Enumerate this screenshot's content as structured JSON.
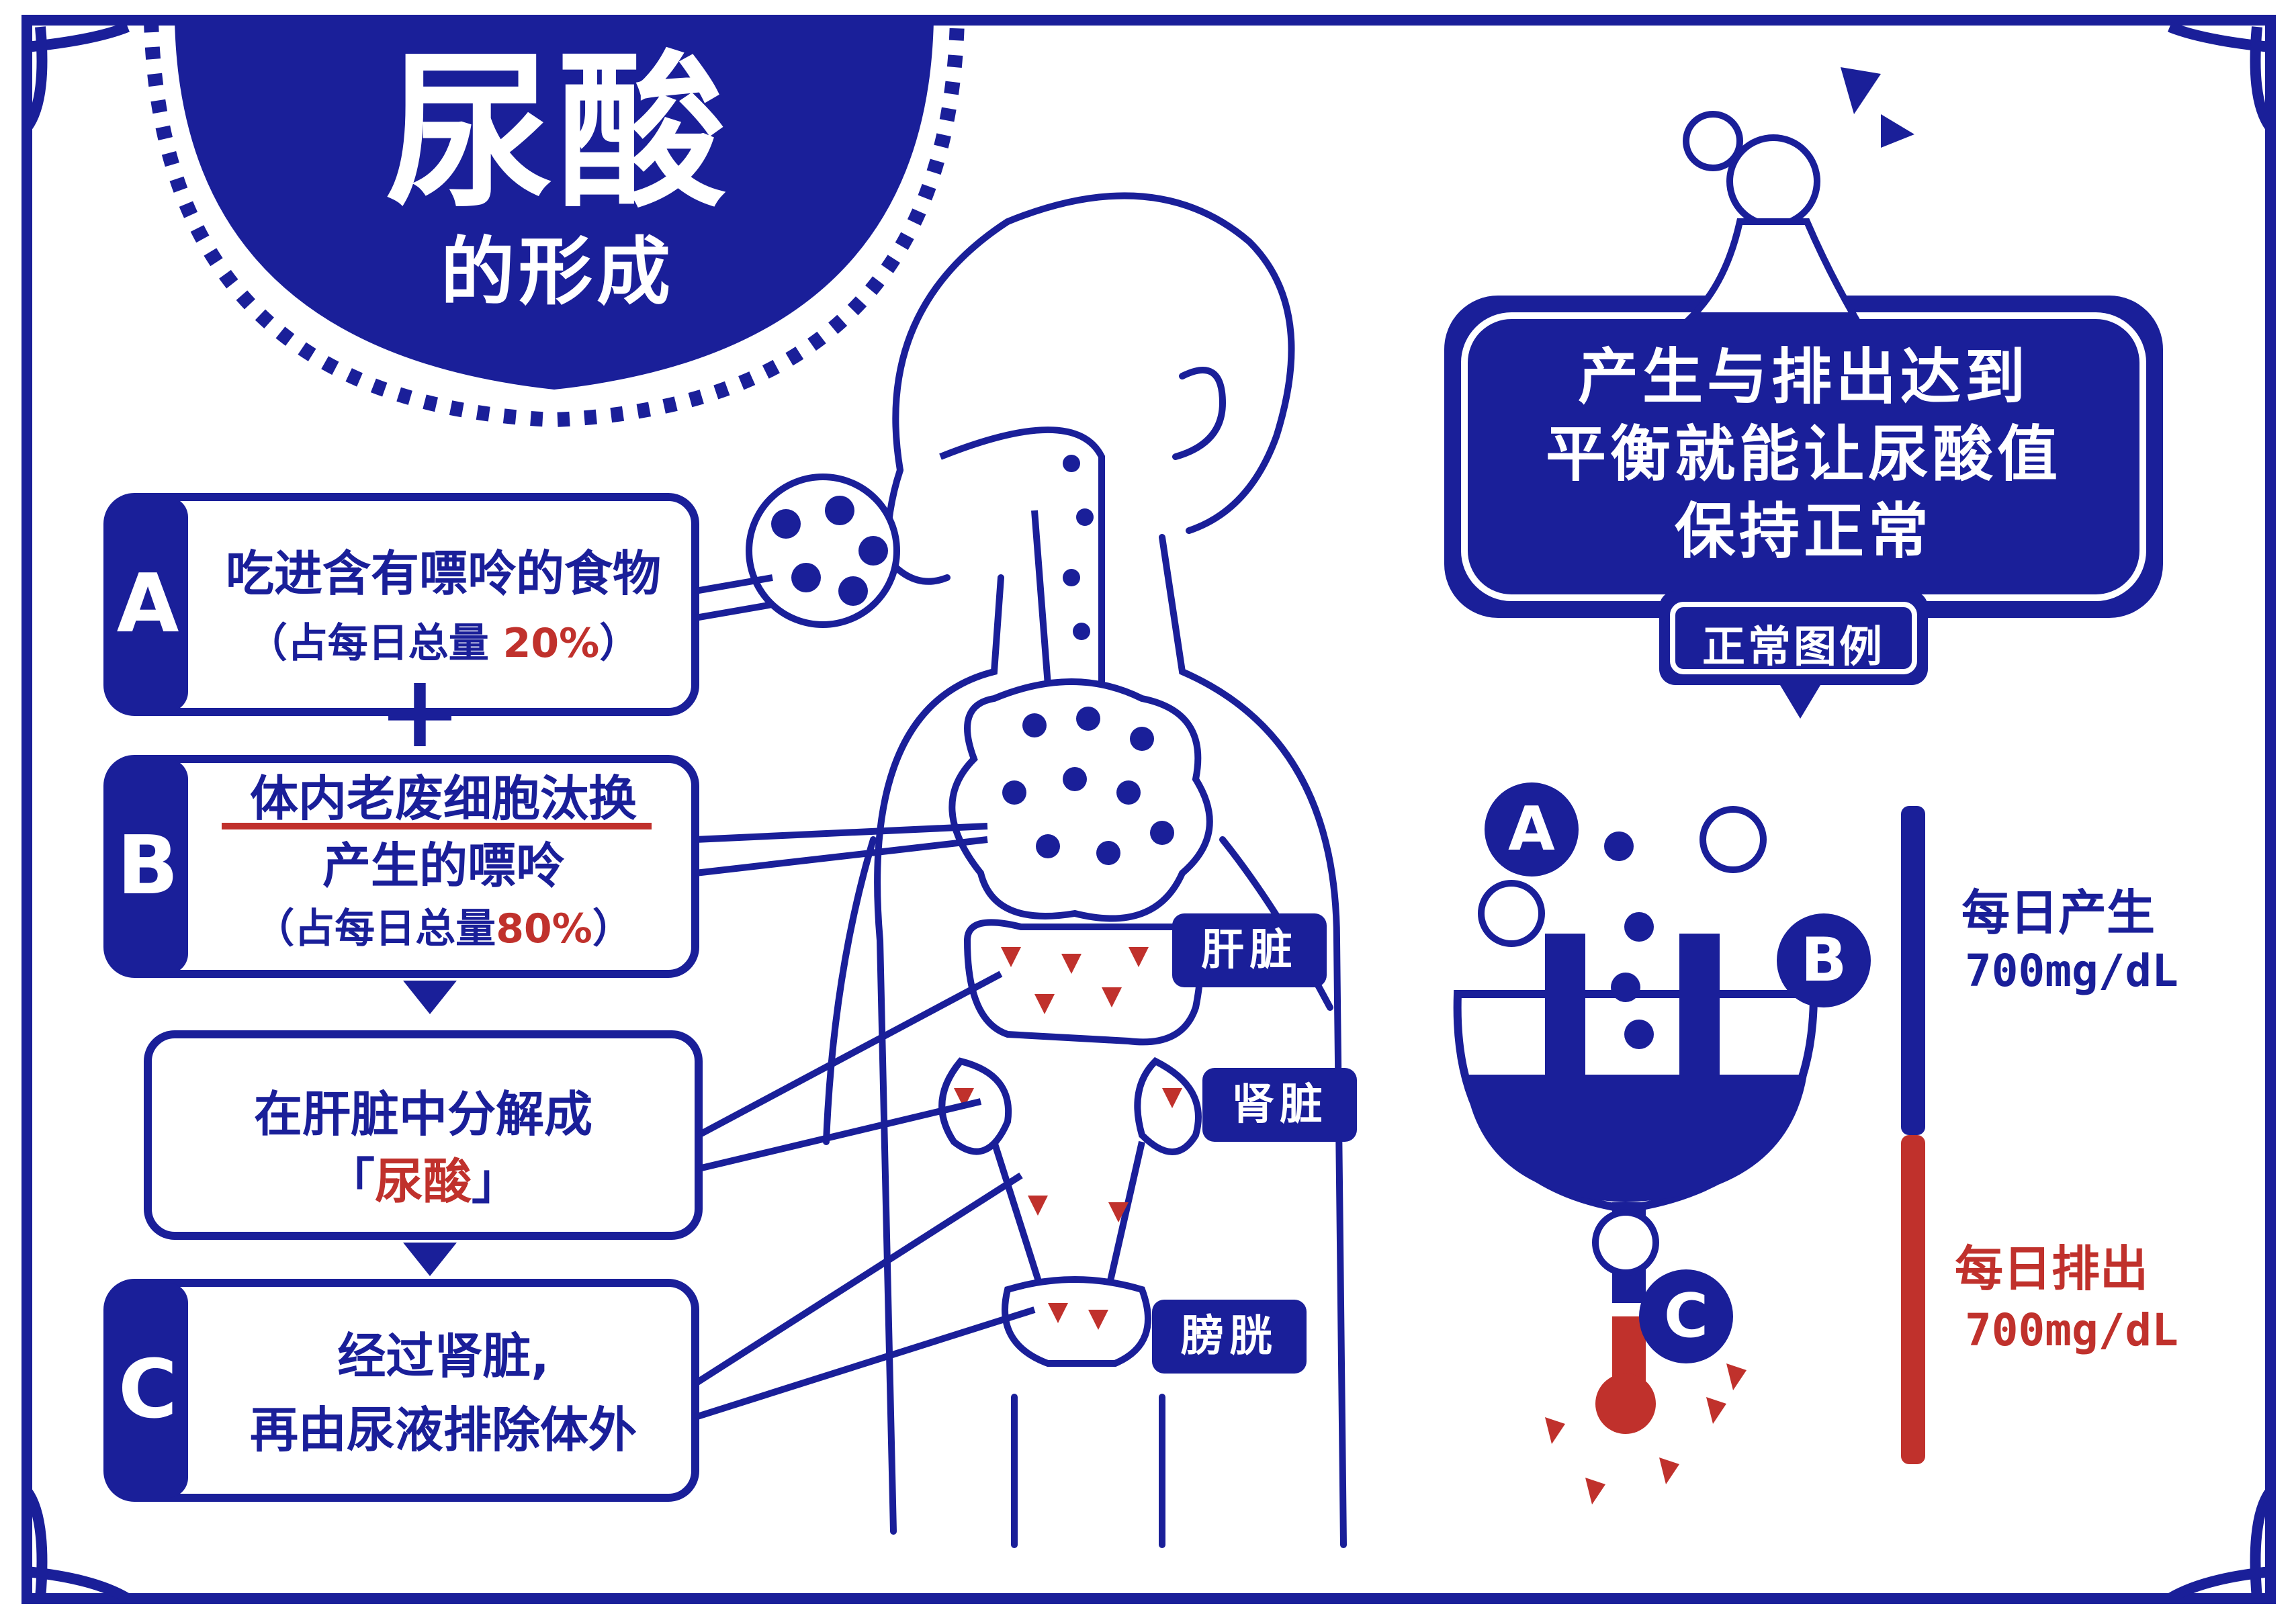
{
  "title": {
    "main": "尿酸",
    "sub": "的形成"
  },
  "steps": {
    "a": {
      "letter": "A",
      "line1": "吃进含有嘌呤的食物",
      "line2_pre": "（占每日总量 ",
      "line2_val": "20%",
      "line2_post": "）"
    },
    "plus": "+",
    "b": {
      "letter": "B",
      "line1": "体内老废细胞汰换",
      "line2": "产生的嘌呤",
      "line3_pre": "（占每日总量",
      "line3_val": "80%",
      "line3_post": "）"
    },
    "liver_step": {
      "line1": "在肝脏中分解成",
      "quote_open": "「",
      "uric": "尿酸",
      "quote_close": "」"
    },
    "c": {
      "letter": "C",
      "line1": "经过肾脏,",
      "line2": "再由尿液排除体外"
    }
  },
  "organs": {
    "liver": "肝脏",
    "kidney": "肾脏",
    "bladder": "膀胱"
  },
  "balance": {
    "line1": "产生与排出达到",
    "line2": "平衡就能让尿酸值",
    "line3": "保持正常",
    "legend": "正常图例"
  },
  "tank": {
    "a": "A",
    "b": "B",
    "c": "C"
  },
  "bar": {
    "produce_label": "每日产生",
    "produce_value": "700mg/dL",
    "excrete_label": "每日排出",
    "excrete_value": "700mg/dL",
    "produce_fraction": 0.5,
    "excrete_fraction": 0.5
  },
  "colors": {
    "blue": "#1a1f99",
    "red": "#c0312c",
    "white": "#ffffff"
  }
}
